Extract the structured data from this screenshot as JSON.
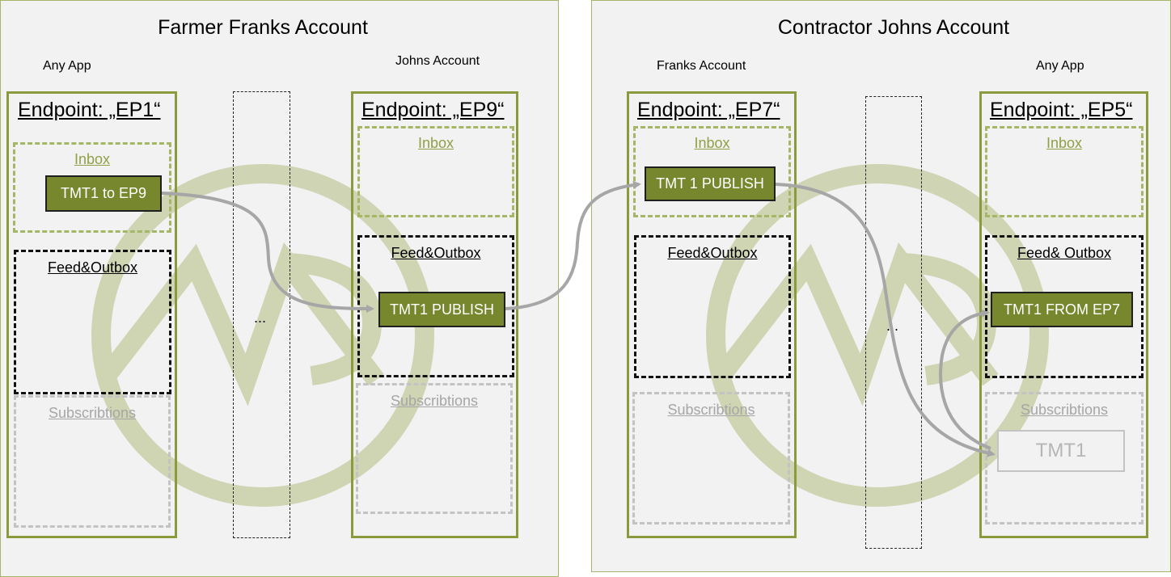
{
  "accounts": [
    {
      "title": "Farmer Franks Account",
      "left_label": "Any App",
      "right_label": "Johns Account",
      "endpoints": [
        {
          "title": "Endpoint: „EP1“",
          "inbox_label": "Inbox",
          "feed_label": "Feed&Outbox",
          "subs_label": "Subscribtions",
          "inbox_message": "TMT1 to EP9"
        },
        {
          "title": "Endpoint: „EP9“",
          "inbox_label": "Inbox",
          "feed_label": "Feed&Outbox",
          "subs_label": "Subscribtions",
          "feed_message": "TMT1 PUBLISH"
        }
      ],
      "gap_ellipsis": "..."
    },
    {
      "title": "Contractor Johns Account",
      "left_label": "Franks Account",
      "right_label": "Any App",
      "endpoints": [
        {
          "title": "Endpoint: „EP7“",
          "inbox_label": "Inbox",
          "feed_label": "Feed&Outbox",
          "subs_label": "Subscribtions",
          "inbox_message": "TMT 1 PUBLISH"
        },
        {
          "title": "Endpoint: „EP5“",
          "inbox_label": "Inbox",
          "feed_label": "Feed& Outbox",
          "subs_label": "Subscribtions",
          "feed_message": "TMT1 FROM EP7",
          "subs_message": "TMT1"
        }
      ],
      "gap_ellipsis": "..."
    }
  ],
  "colors": {
    "account_bg": "#f2f2f2",
    "endpoint_border": "#8a9a3d",
    "inbox_border": "#a5b767",
    "message_fill": "#76872d",
    "arrow": "#a6a6a6",
    "watermark": "#c9cfa9"
  }
}
